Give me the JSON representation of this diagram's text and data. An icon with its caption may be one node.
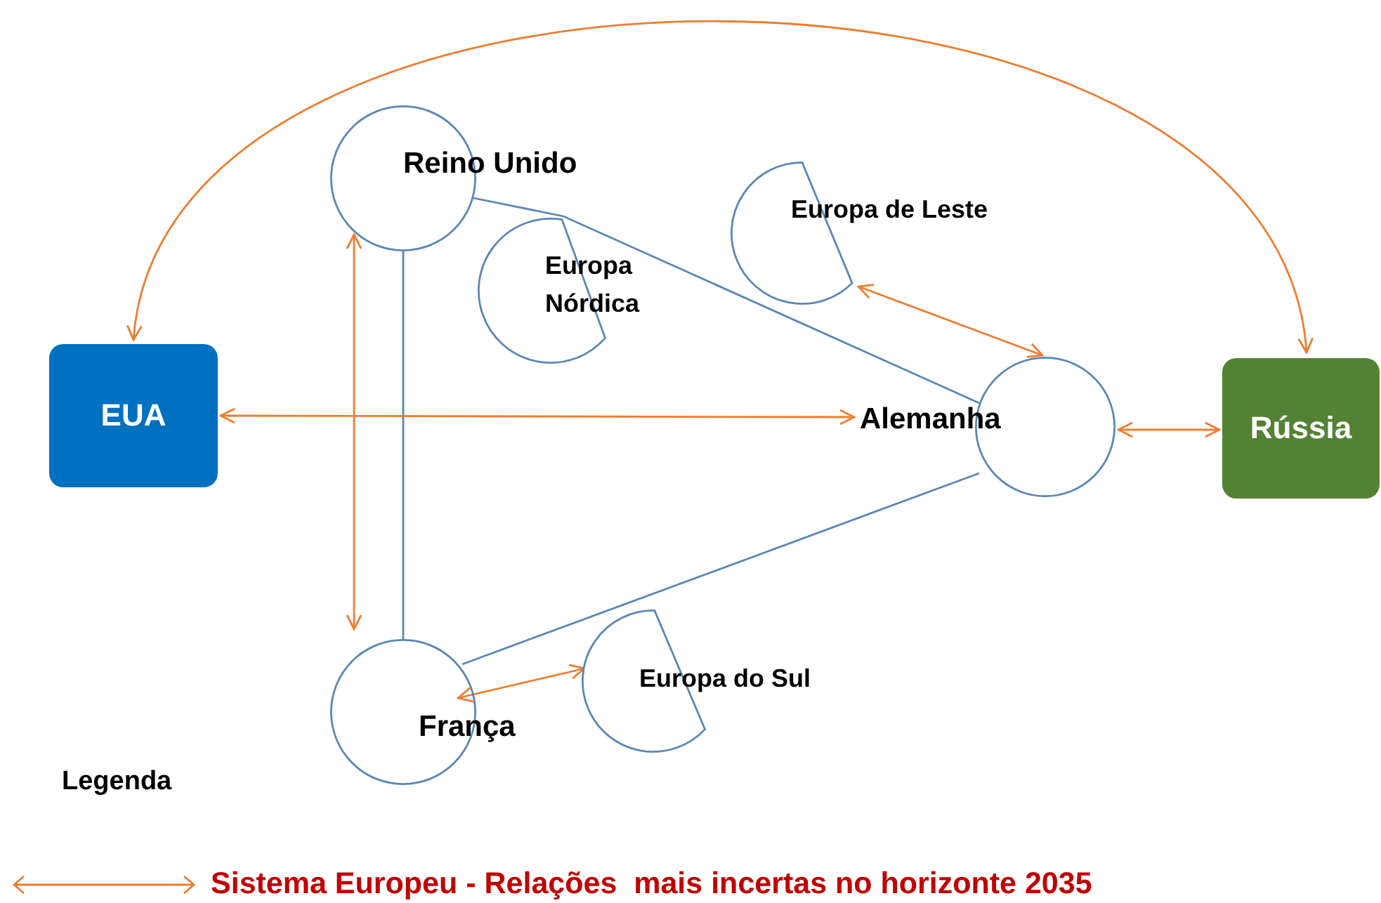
{
  "diagram": {
    "nodes": [
      {
        "text": [
          "Reino Unido"
        ]
      },
      {
        "text": [
          "Europa de Leste"
        ]
      },
      {
        "text": [
          "Europa Nórdica"
        ]
      },
      {
        "text": [
          "EUA"
        ]
      },
      {
        "text": [
          "Alemanha"
        ]
      },
      {
        "text": [
          "Rússia"
        ]
      },
      {
        "text": [
          "Europa do Sul"
        ]
      },
      {
        "text": [
          "França"
        ]
      }
    ],
    "edges": [
      {
        "from": 3,
        "to": 5,
        "arrow": "both"
      },
      {
        "from": 0,
        "to": 4,
        "arrow": "none",
        "color": "#5b87b6"
      },
      {
        "from": 0,
        "to": 7,
        "arrow": "both"
      },
      {
        "from": 0,
        "to": 7,
        "arrow": "none",
        "color": "#5b87b6"
      },
      {
        "from": 1,
        "to": 4,
        "arrow": "both"
      },
      {
        "from": 3,
        "to": 4,
        "arrow": "both"
      },
      {
        "from": 4,
        "to": 5,
        "arrow": "both"
      },
      {
        "from": 7,
        "to": 4,
        "arrow": "none",
        "color": "#5b87b6"
      },
      {
        "from": 7,
        "to": 6,
        "arrow": "both"
      }
    ],
    "labels": [
      "Legenda"
    ],
    "legend": [
      {
        "text": "Sistema Europeu - Relações  mais incertas no horizonte 2035"
      }
    ]
  }
}
